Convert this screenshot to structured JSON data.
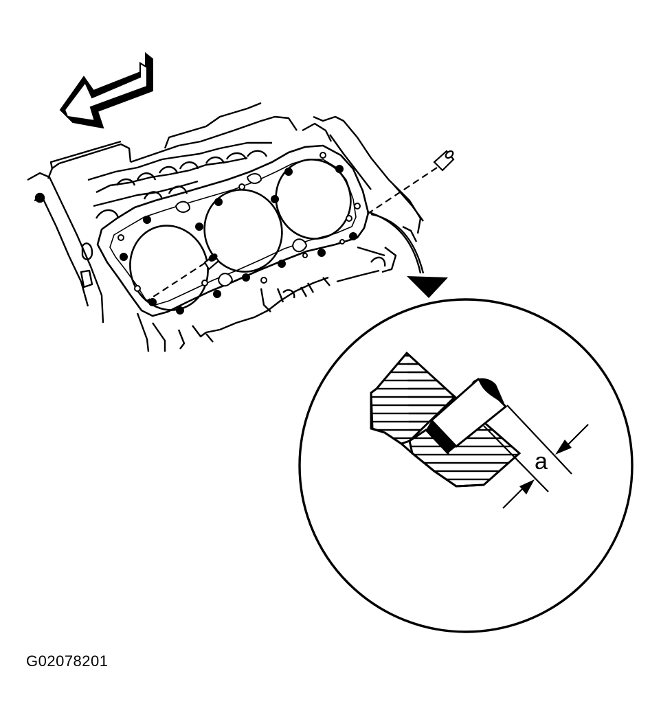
{
  "figure": {
    "code": "G02078201",
    "dimension_label": "a",
    "ink_color": "#000000",
    "background_color": "#ffffff"
  },
  "parts": {
    "direction_arrow": "front-direction-arrow",
    "engine_block": "engine-block",
    "head_gasket": "cylinder-head-gasket",
    "bores": [
      "cylinder-bore",
      "cylinder-bore",
      "cylinder-bore"
    ],
    "dowel_pins": [
      "dowel-pin",
      "dowel-pin"
    ],
    "callout_arrow": "detail-callout-arrow",
    "detail_view": "dowel-pin-detail"
  }
}
